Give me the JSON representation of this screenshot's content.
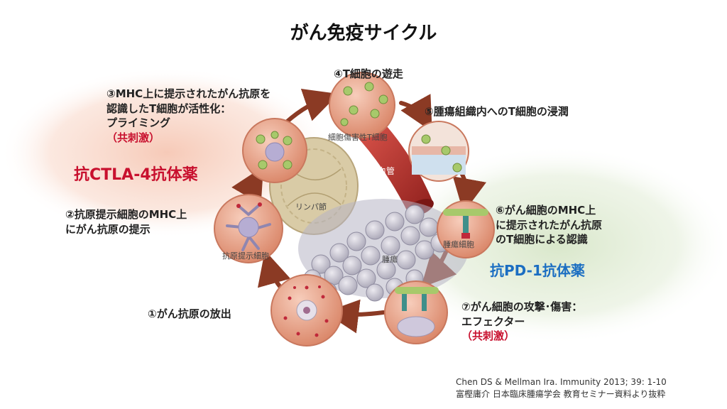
{
  "title": "がん免疫サイクル",
  "steps": {
    "s1": "①がん抗原の放出",
    "s2_l1": "②抗原提示細胞のMHC上",
    "s2_l2": "にがん抗原の提示",
    "s3_l1": "③MHC上に提示されたがん抗原を",
    "s3_l2": "認識したT細胞が活性化：",
    "s3_l3": "プライミング",
    "s3_l4": "（共刺激）",
    "s4": "④T細胞の遊走",
    "s5": "⑤腫瘍組織内へのT細胞の浸潤",
    "s6_l1": "⑥がん細胞のMHC上",
    "s6_l2": "に提示されたがん抗原",
    "s6_l3": "のT細胞による認識",
    "s7_l1": "⑦がん細胞の攻撃･傷害：",
    "s7_l2": "エフェクター",
    "s7_l3": "（共刺激）"
  },
  "drugs": {
    "ctla4": "抗CTLA-4抗体薬",
    "pd1": "抗PD-1抗体薬"
  },
  "captions": {
    "lymph": "リンパ節",
    "ctl": "細胞傷害性T細胞",
    "vessel": "血管",
    "apc": "抗原提示細胞",
    "tumor": "腫瘍",
    "tumor_cell": "腫瘍細胞"
  },
  "citation": {
    "line1": "Chen DS & Mellman Ira. Immunity 2013; 39: 1-10",
    "line2": "富樫庸介 日本臨床腫瘍学会 教育セミナー資料より抜粋"
  },
  "colors": {
    "ctla4_glow": "#f6c7b4",
    "pd1_glow": "#d7e6c8",
    "cycle_arrow": "#8b3a24",
    "circle_fill": "#e9a58b",
    "vessel": "#b8342c",
    "emphasis_red": "#c8102e",
    "emphasis_blue": "#1b6ec2"
  }
}
